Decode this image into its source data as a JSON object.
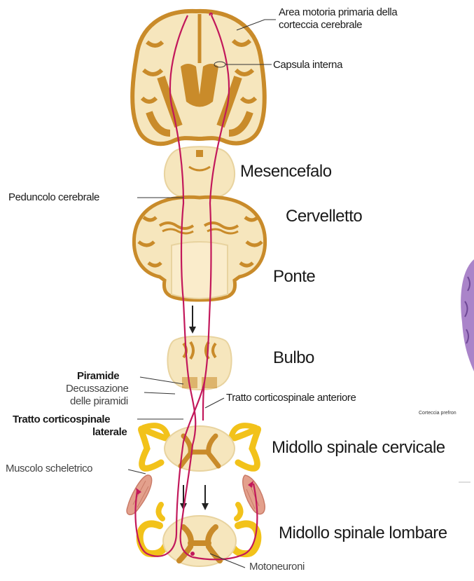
{
  "labels": {
    "area_motoria_l1": "Area motoria primaria della",
    "area_motoria_l2": "corteccia cerebrale",
    "capsula_interna": "Capsula interna",
    "mesencefalo": "Mesencefalo",
    "peduncolo": "Peduncolo cerebrale",
    "cervelletto": "Cervelletto",
    "ponte": "Ponte",
    "bulbo": "Bulbo",
    "piramide": "Piramide",
    "decussazione_l1": "Decussazione",
    "decussazione_l2": "delle piramidi",
    "tratto_anteriore": "Tratto corticospinale anteriore",
    "tratto_laterale_l1": "Tratto corticospinale",
    "tratto_laterale_l2": "laterale",
    "midollo_cervicale": "Midollo spinale cervicale",
    "muscolo": "Muscolo scheletrico",
    "midollo_lombare": "Midollo spinale lombare",
    "motoneuroni": "Motoneuroni",
    "corteccia_prefrontale_fragment": "Corteccia prefron"
  },
  "colors": {
    "tissue": "#f6e6bd",
    "grey_matter": "#c98b2a",
    "tract": "#c2185b",
    "nerve": "#f2c21a",
    "muscle": "#e3a08c",
    "fragment": "#9b6fc0"
  }
}
